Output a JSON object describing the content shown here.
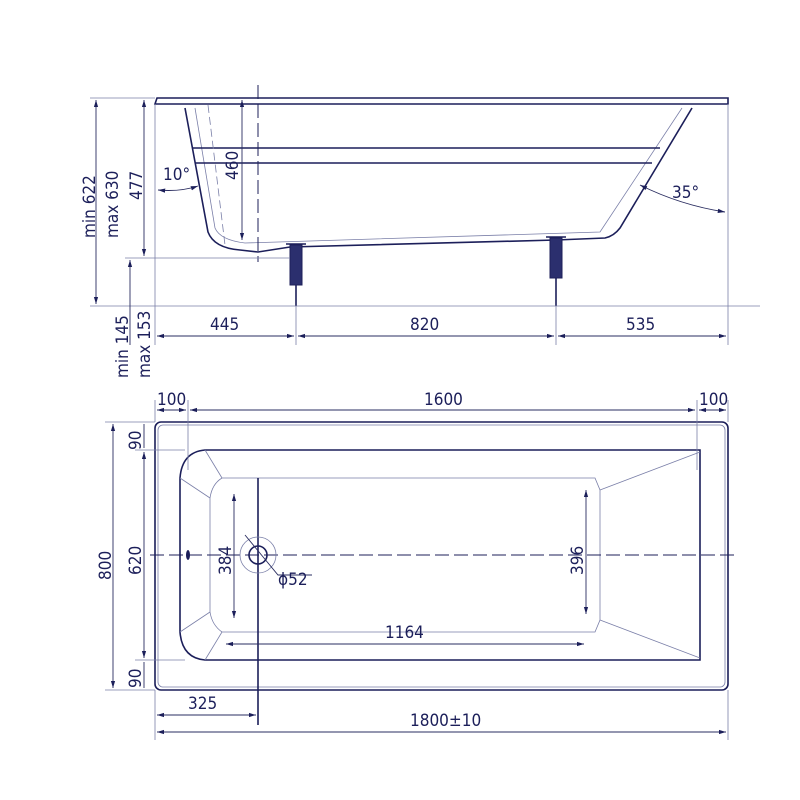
{
  "side_view": {
    "height_total": "min 622",
    "height_total_max": "max 630",
    "rim_height": "477",
    "inner_depth": "460",
    "leg_height_min": "min 145",
    "leg_height_max": "max 153",
    "angle_left": "10°",
    "angle_right": "35°",
    "dist_left_leg": "445",
    "dist_legs": "820",
    "dist_right_leg": "535"
  },
  "top_view": {
    "rim_left": "100",
    "inner_length": "1600",
    "rim_right": "100",
    "width_total": "800",
    "inner_width": "620",
    "rim_top": "90",
    "rim_bottom": "90",
    "floor_left_width": "384",
    "floor_right_width": "396",
    "drain_diameter": "ϕ52",
    "floor_length": "1164",
    "drain_offset": "325",
    "length_total": "1800±10"
  },
  "colors": {
    "line": "#1c1f5a"
  }
}
